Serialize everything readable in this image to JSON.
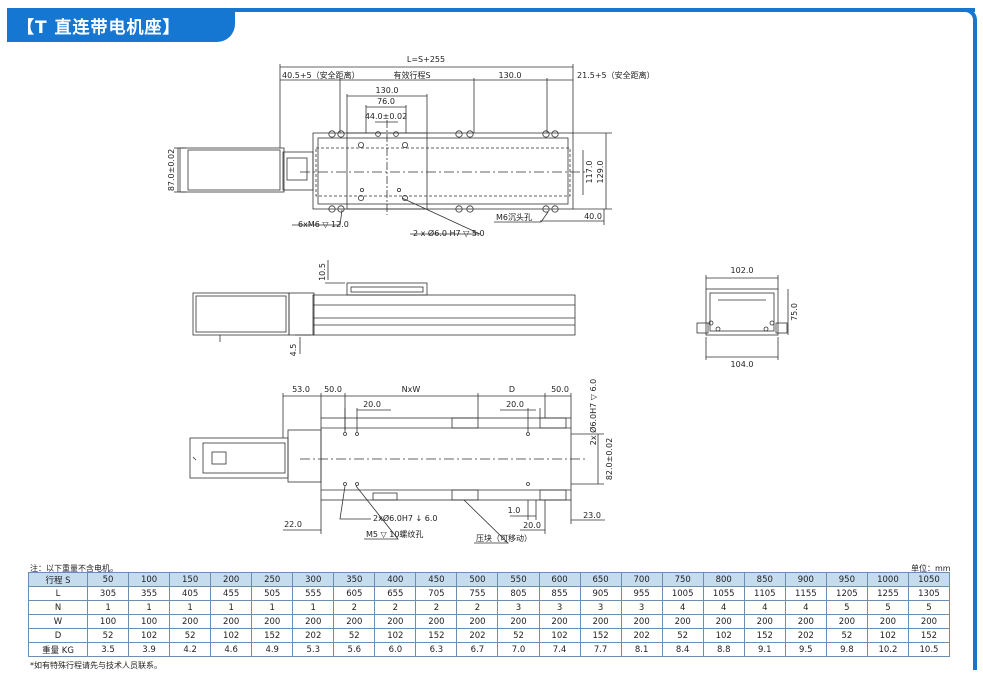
{
  "header": {
    "title": "【T 直连带电机座】"
  },
  "drawing": {
    "top_view": {
      "total_length": "L=S+255",
      "left_safety": "40.5+5（安全距离）",
      "stroke": "有效行程S",
      "carriage": "130.0",
      "right_safety": "21.5+5（安全距离）",
      "dim_130": "130.0",
      "dim_76": "76.0",
      "dim_44": "44.0±0.02",
      "height_87": "87.0±0.02",
      "height_117": "117.0",
      "height_129": "129.0",
      "dim_40": "40.0",
      "callout_m6": "6xM6 ▽ 12.0",
      "callout_pin": "2 x Ø6.0 H7 ▽ 5.0",
      "callout_counterbore": "M6沉头孔"
    },
    "side_view": {
      "dim_10_5": "10.5",
      "dim_4_5": "4.5"
    },
    "end_view": {
      "width_top": "102.0",
      "width_bottom": "104.0",
      "height": "75.0"
    },
    "bottom_view": {
      "dim_53": "53.0",
      "dim_50_left": "50.0",
      "dim_nxw": "NxW",
      "dim_d": "D",
      "dim_50_right": "50.0",
      "dim_20_a": "20.0",
      "dim_20_b": "20.0",
      "dim_pin_right": "2x Ø6.0H7 ▽ 6.0",
      "dim_82": "82.0±0.02",
      "dim_22": "22.0",
      "dim_1": "1.0",
      "dim_20_c": "20.0",
      "dim_23": "23.0",
      "callout_pin": "2xØ6.0H7 ↓ 6.0",
      "callout_m5": "M5 ▽ 10螺纹孔",
      "callout_clamp": "压块（可移动）"
    }
  },
  "notes": {
    "weight_note": "注：以下重量不含电机。",
    "unit": "单位：mm",
    "footnote": "*如有特殊行程请先与技术人员联系。"
  },
  "spec_table": {
    "rows": [
      {
        "label": "行程 S",
        "values": [
          "50",
          "100",
          "150",
          "200",
          "250",
          "300",
          "350",
          "400",
          "450",
          "500",
          "550",
          "600",
          "650",
          "700",
          "750",
          "800",
          "850",
          "900",
          "950",
          "1000",
          "1050"
        ]
      },
      {
        "label": "L",
        "values": [
          "305",
          "355",
          "405",
          "455",
          "505",
          "555",
          "605",
          "655",
          "705",
          "755",
          "805",
          "855",
          "905",
          "955",
          "1005",
          "1055",
          "1105",
          "1155",
          "1205",
          "1255",
          "1305"
        ]
      },
      {
        "label": "N",
        "values": [
          "1",
          "1",
          "1",
          "1",
          "1",
          "1",
          "2",
          "2",
          "2",
          "2",
          "3",
          "3",
          "3",
          "3",
          "4",
          "4",
          "4",
          "4",
          "5",
          "5",
          "5"
        ]
      },
      {
        "label": "W",
        "values": [
          "100",
          "100",
          "200",
          "200",
          "200",
          "200",
          "200",
          "200",
          "200",
          "200",
          "200",
          "200",
          "200",
          "200",
          "200",
          "200",
          "200",
          "200",
          "200",
          "200",
          "200"
        ]
      },
      {
        "label": "D",
        "values": [
          "52",
          "102",
          "52",
          "102",
          "152",
          "202",
          "52",
          "102",
          "152",
          "202",
          "52",
          "102",
          "152",
          "202",
          "52",
          "102",
          "152",
          "202",
          "52",
          "102",
          "152"
        ]
      },
      {
        "label": "重量 KG",
        "values": [
          "3.5",
          "3.9",
          "4.2",
          "4.6",
          "4.9",
          "5.3",
          "5.6",
          "6.0",
          "6.3",
          "6.7",
          "7.0",
          "7.4",
          "7.7",
          "8.1",
          "8.4",
          "8.8",
          "9.1",
          "9.5",
          "9.8",
          "10.2",
          "10.5"
        ]
      }
    ]
  }
}
